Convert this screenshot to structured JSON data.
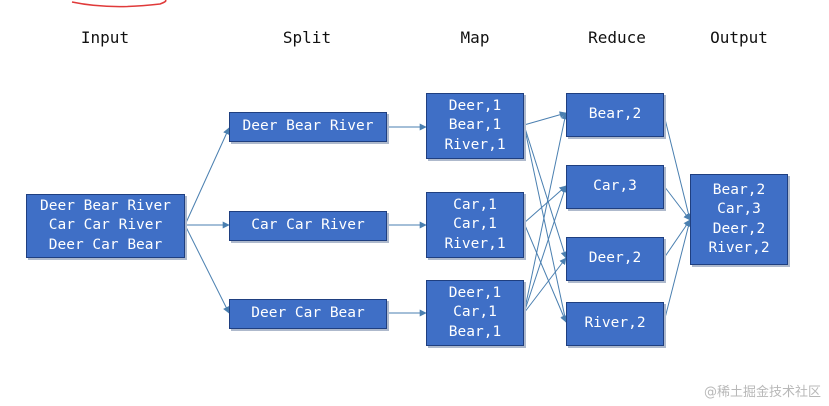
{
  "columns": {
    "input": "Input",
    "split": "Split",
    "map": "Map",
    "reduce": "Reduce",
    "output": "Output"
  },
  "input_box": [
    "Deer Bear River",
    "Car Car River",
    "Deer Car Bear"
  ],
  "split_boxes": [
    [
      "Deer Bear River"
    ],
    [
      "Car Car River"
    ],
    [
      "Deer Car Bear"
    ]
  ],
  "map_boxes": [
    [
      "Deer,1",
      "Bear,1",
      "River,1"
    ],
    [
      "Car,1",
      "Car,1",
      "River,1"
    ],
    [
      "Deer,1",
      "Car,1",
      "Bear,1"
    ]
  ],
  "reduce_boxes": [
    [
      "Bear,2"
    ],
    [
      "Car,3"
    ],
    [
      "Deer,2"
    ],
    [
      "River,2"
    ]
  ],
  "output_box": [
    "Bear,2",
    "Car,3",
    "Deer,2",
    "River,2"
  ],
  "colors": {
    "box_fill": "#3f6fc6",
    "box_border": "#1f3f80",
    "edge": "#4a7fb0",
    "annotation": "#e03a3a"
  },
  "watermark": "@稀土掘金技术社区"
}
